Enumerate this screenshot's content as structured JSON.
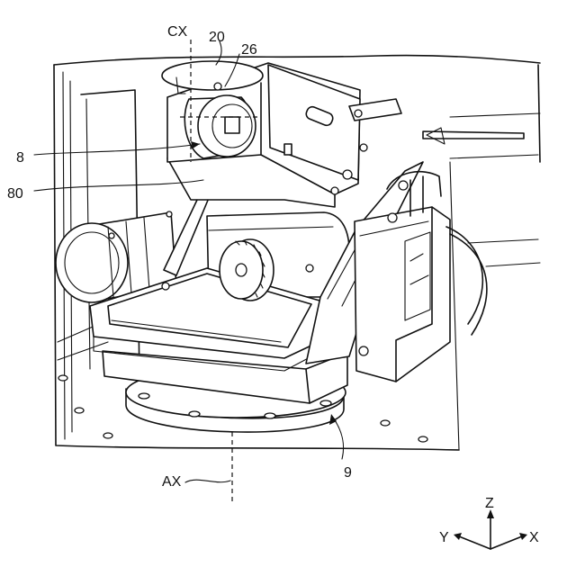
{
  "labels": {
    "cx": "CX",
    "n20": "20",
    "n26": "26",
    "n8": "8",
    "n80": "80",
    "n9": "9",
    "ax": "AX"
  },
  "axes": {
    "z": "Z",
    "y": "Y",
    "x": "X"
  }
}
